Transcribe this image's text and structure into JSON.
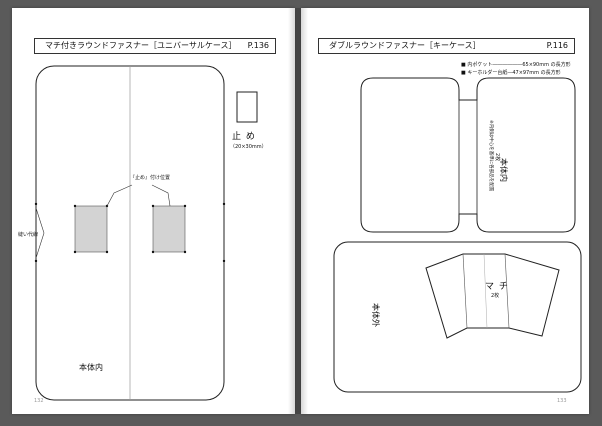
{
  "left_page": {
    "header_title": "マチ付きラウンドファスナー［ユニバーサルケース］",
    "page_ref": "P.136",
    "stopper_label": "止 め",
    "stopper_size": "（20×30mm）",
    "attach_position_label": "『止め』付け位置",
    "sewing_label": "縫い代線",
    "body_inner_label": "本体内",
    "folio": "132"
  },
  "right_page": {
    "header_title": "ダブルラウンドファスナー［キーケース］",
    "page_ref": "P.116",
    "legend": [
      "内ポケット――――――65×90mm の長方形",
      "キーホルダー台紙―47×97mm の長方形"
    ],
    "body_inner_label": "本体内",
    "body_inner_count": "2枚",
    "body_inner_note": "※内側は中心を基準に各部品を配置",
    "body_outer_label": "本体外",
    "gusset_label": "マ チ",
    "gusset_count": "2枚",
    "folio": "133"
  },
  "colors": {
    "page": "#ffffff",
    "background": "#5a5a5a",
    "stopper_fill": "#d3d3d3",
    "line": "#222222"
  }
}
